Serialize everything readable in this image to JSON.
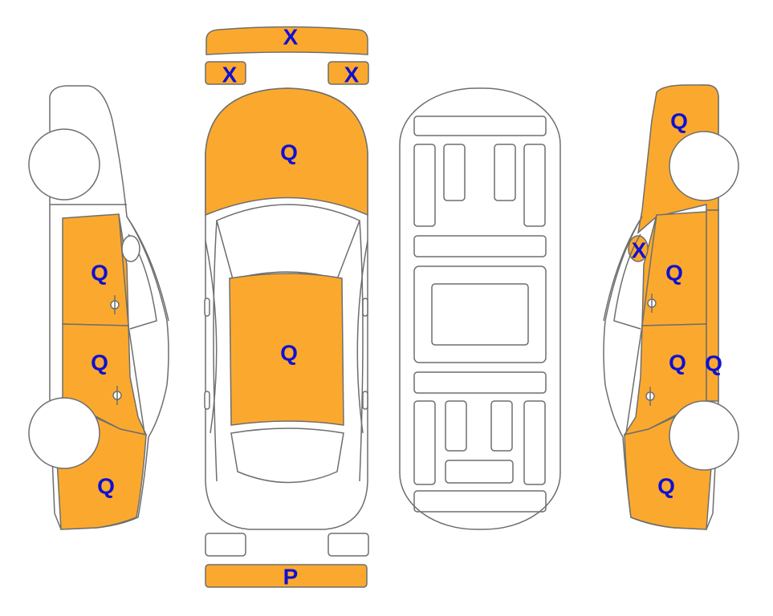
{
  "colors": {
    "damage_fill": "#FBA92E",
    "label_color": "#1010D0",
    "outline": "#6E6E6E",
    "background": "#FFFFFF"
  },
  "labels": {
    "front_bumper": "X",
    "front_left_light": "X",
    "front_right_light": "X",
    "hood": "Q",
    "roof": "Q",
    "rear_bumper": "P",
    "left_front_door": "Q",
    "left_rear_door": "Q",
    "left_rear_quarter": "Q",
    "right_front_fender": "Q",
    "right_mirror": "X",
    "right_front_door": "Q",
    "right_rear_door": "Q",
    "right_rocker": "Q",
    "right_rear_quarter": "Q"
  }
}
